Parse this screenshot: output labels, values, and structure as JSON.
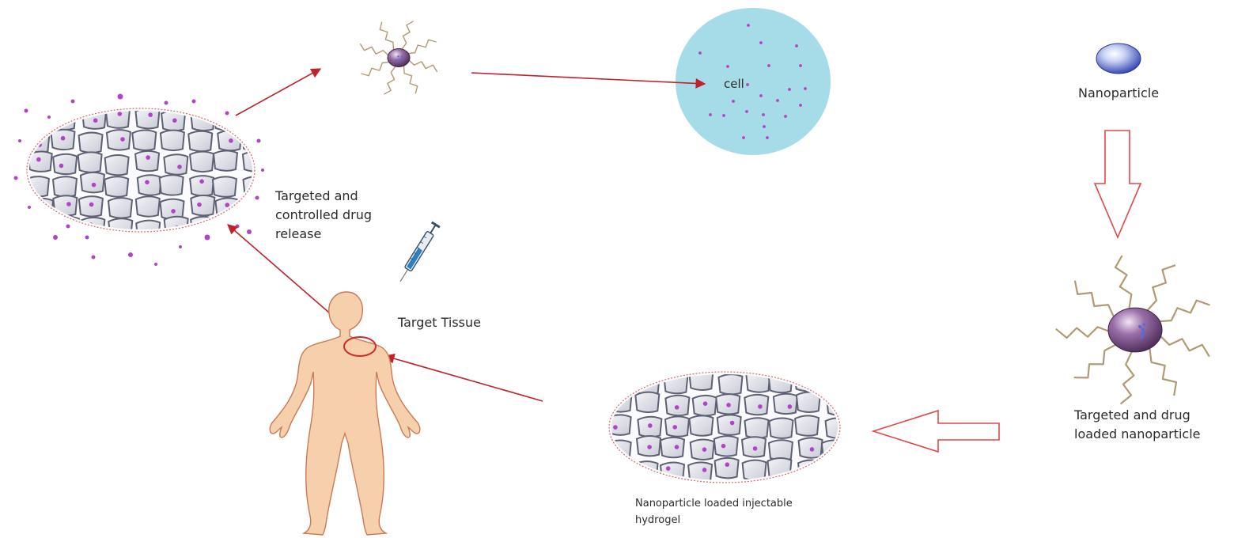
{
  "labels": {
    "release": [
      "Targeted and",
      "controlled drug",
      "release"
    ],
    "target_tissue": "Target Tissue",
    "cell": "cell",
    "nanoparticle": "Nanoparticle",
    "loaded_nanoparticle": [
      "Targeted and drug",
      "loaded nanoparticle"
    ],
    "hydrogel": [
      "Nanoparticle loaded injectable",
      "hydrogel"
    ]
  },
  "colors": {
    "arrow_red": "#c0212b",
    "cell_fill": "#a6dbe8",
    "drug_dot": "#b044c6",
    "skin": "#f6cfad",
    "skin_outline": "#c97a55",
    "hydrogel_lines": "#5e6173",
    "wavy_ligand": "#b09a72",
    "nanoparticle_blue": "#4054c4",
    "nanoparticle_purple": "#63406f",
    "hollow_arrow": "#e04848"
  },
  "icons": [
    "syringe-icon",
    "human-body-icon",
    "nanoparticle-icon",
    "targeted-nanoparticle-icon",
    "hydrogel-network-icon",
    "cell-icon"
  ]
}
